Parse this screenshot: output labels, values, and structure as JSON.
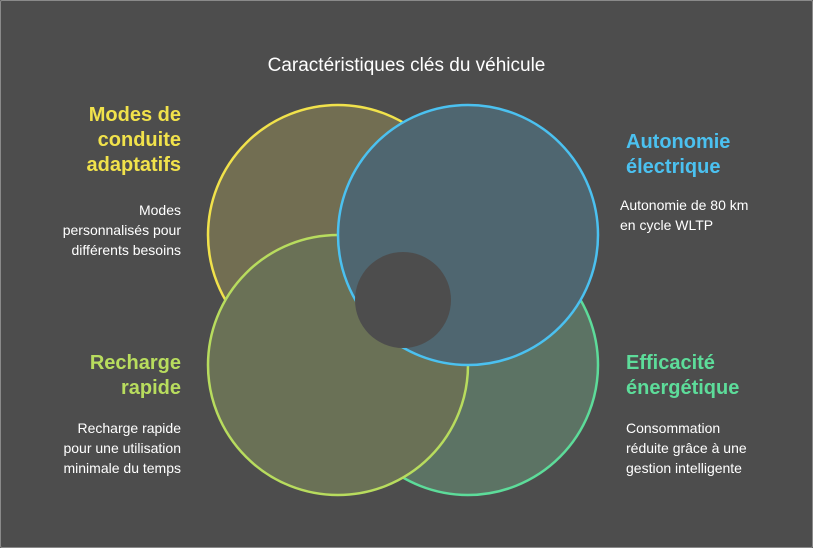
{
  "title": "Caractéristiques clés du véhicule",
  "colors": {
    "yellow": "#f1e24b",
    "blue": "#4bc1f0",
    "lime": "#b8dc5e",
    "green": "#5ddc9a"
  },
  "items": [
    {
      "title": "Modes de conduite adaptatifs",
      "title_lines": [
        "Modes de",
        "conduite",
        "adaptatifs"
      ],
      "desc_lines": [
        "Modes",
        "personnalisés pour",
        "différents besoins"
      ]
    },
    {
      "title": "Autonomie électrique",
      "title_lines": [
        "Autonomie",
        "électrique"
      ],
      "desc_lines": [
        "Autonomie de 80 km",
        "en cycle WLTP"
      ]
    },
    {
      "title": "Recharge rapide",
      "title_lines": [
        "Recharge",
        "rapide"
      ],
      "desc_lines": [
        "Recharge rapide",
        "pour une utilisation",
        "minimale du temps"
      ]
    },
    {
      "title": "Efficacité énergétique",
      "title_lines": [
        "Efficacité",
        "énergétique"
      ],
      "desc_lines": [
        "Consommation",
        "réduite grâce à une",
        "gestion intelligente"
      ]
    }
  ]
}
